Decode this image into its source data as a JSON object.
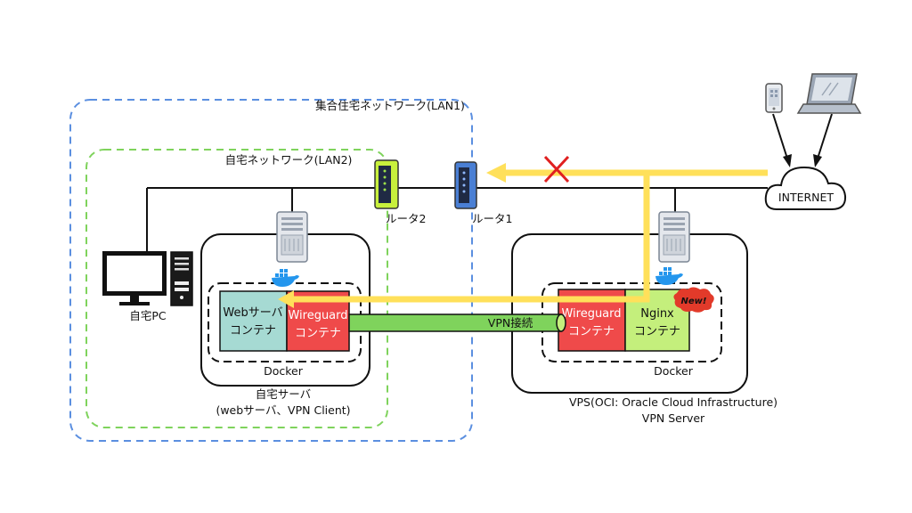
{
  "networks": {
    "lan1_label": "集合住宅ネットワーク(LAN1)",
    "lan2_label": "自宅ネットワーク(LAN2)"
  },
  "routers": {
    "router1_label": "ルータ1",
    "router2_label": "ルータ2"
  },
  "internet": {
    "label": "INTERNET"
  },
  "home_pc": {
    "label": "自宅PC"
  },
  "home_server": {
    "label_line1": "自宅サーバ",
    "label_line2": "(webサーバ、VPN Client)",
    "docker_label": "Docker",
    "web_container": {
      "line1": "Webサーバ",
      "line2": "コンテナ"
    },
    "wireguard_container": {
      "line1": "Wireguard",
      "line2": "コンテナ"
    }
  },
  "vps": {
    "label_line1": "VPS(OCI: Oracle Cloud Infrastructure)",
    "label_line2": "VPN Server",
    "docker_label": "Docker",
    "wireguard_container": {
      "line1": "Wireguard",
      "line2": "コンテナ"
    },
    "nginx_container": {
      "line1": "Nginx",
      "line2": "コンテナ"
    },
    "new_badge": "New!"
  },
  "vpn_tunnel": {
    "label": "VPN接続"
  },
  "colors": {
    "lan1_border": "#5b8fe0",
    "lan2_border": "#7fd35c",
    "traffic_arrow": "#ffe05a",
    "blocked_mark": "#e02020",
    "wireguard_fill": "#ef4a4a",
    "nginx_fill": "#c4ef7c",
    "web_fill": "#a6dad3",
    "tunnel_fill": "#7fd35c",
    "new_badge": "#e23a2a"
  },
  "icons": {
    "server": "server-tower-icon",
    "docker": "docker-whale-icon",
    "router": "wireless-router-icon",
    "cloud": "cloud-icon",
    "smartphone": "smartphone-icon",
    "laptop": "laptop-icon",
    "desktop": "desktop-pc-icon",
    "blocked": "blocked-x-icon"
  }
}
